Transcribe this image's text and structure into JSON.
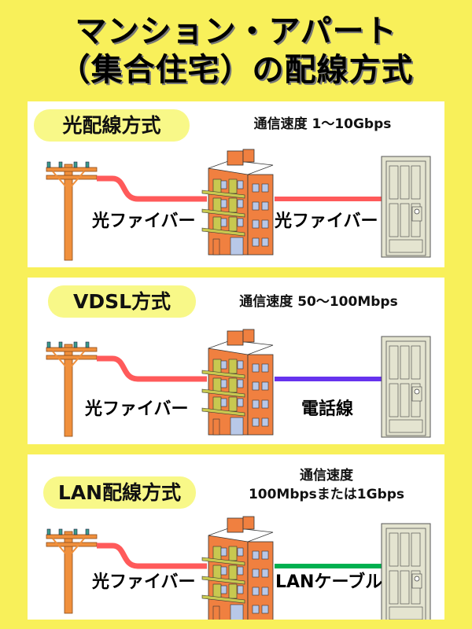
{
  "header": {
    "title_line1": "マンション・アパート",
    "title_line2": "（集合住宅）の配線方式"
  },
  "colors": {
    "background": "#f8f05a",
    "pill": "#f8f888",
    "fiber": "#ff5a5a",
    "phone": "#6633ee",
    "lan": "#00b050",
    "building": "#f08040",
    "pole": "#f0903c"
  },
  "panels": [
    {
      "method": "光配線方式",
      "speed_line1": "通信速度 1〜10Gbps",
      "speed_line2": "",
      "cable_outside": "光ファイバー",
      "cable_inside": "光ファイバー",
      "inside_type": "fiber"
    },
    {
      "method": "VDSL方式",
      "speed_line1": "通信速度 50〜100Mbps",
      "speed_line2": "",
      "cable_outside": "光ファイバー",
      "cable_inside": "電話線",
      "inside_type": "phone"
    },
    {
      "method": "LAN配線方式",
      "speed_line1": "通信速度",
      "speed_line2": "100Mbpsまたは1Gbps",
      "cable_outside": "光ファイバー",
      "cable_inside": "LANケーブル",
      "inside_type": "lan"
    }
  ]
}
